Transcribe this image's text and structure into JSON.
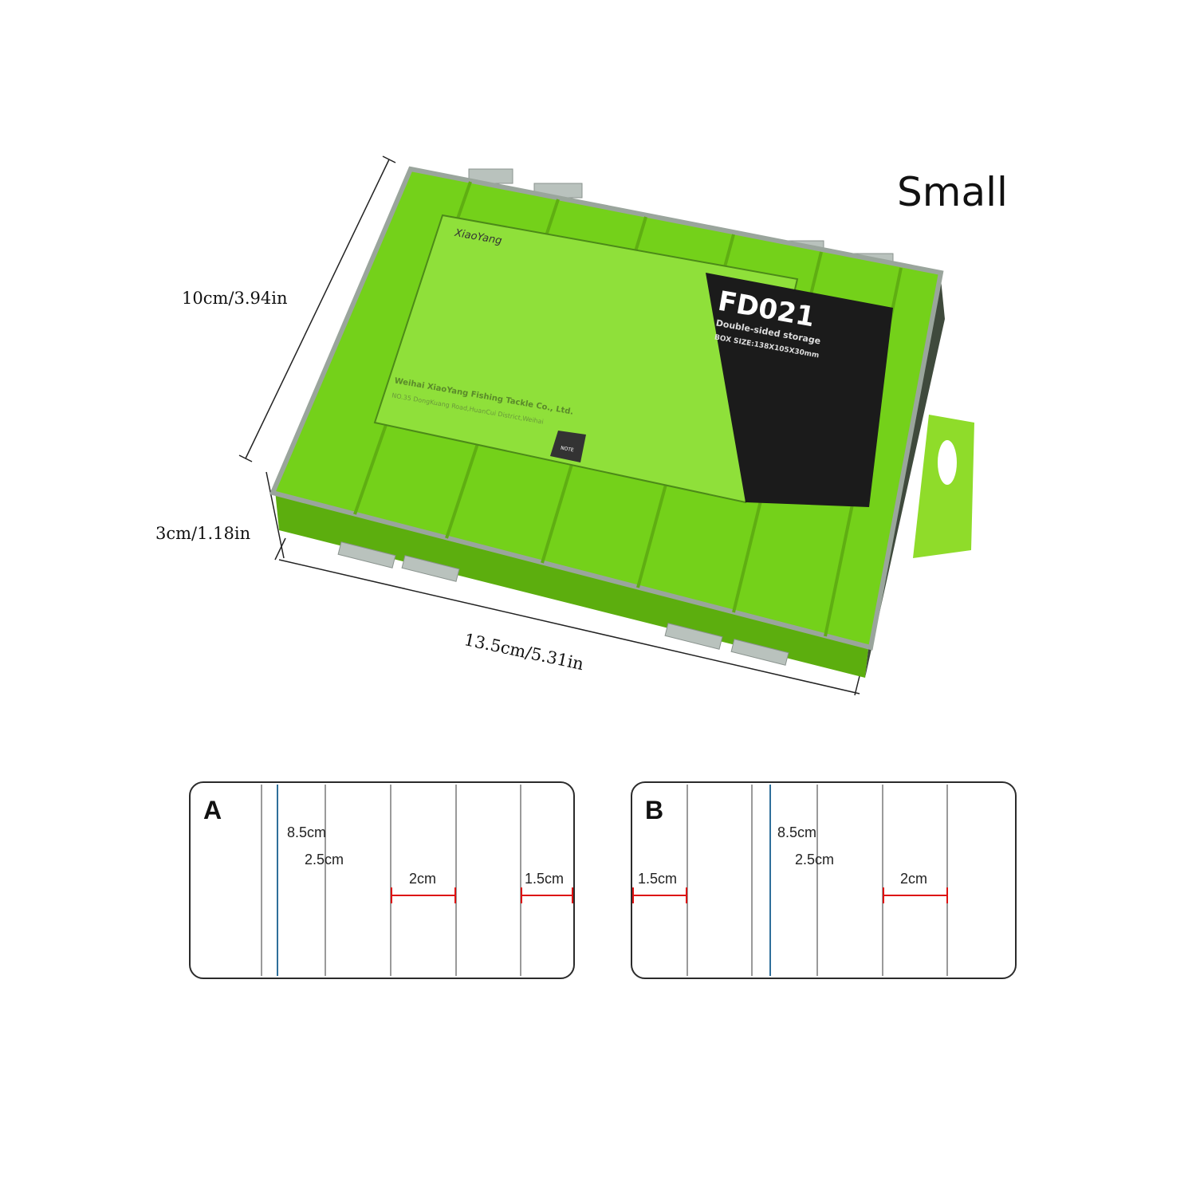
{
  "title": "Small",
  "dimensions": {
    "width": "10cm/3.94in",
    "height": "3cm/1.18in",
    "length": "13.5cm/5.31in"
  },
  "product_label": {
    "model": "FD021",
    "subtitle": "Double-sided storage",
    "box_size": "BOX SIZE:138X105X30mm",
    "company": "Weihai XiaoYang Fishing Tackle Co., Ltd.",
    "address": "NO.35 DongKuang Road,HuanCui District,Weihai",
    "note": "NOTE",
    "logo": "XiaoYang"
  },
  "diagrams": [
    {
      "letter": "A",
      "labels": {
        "total": "8.5cm",
        "large": "2.5cm",
        "medium": "2cm",
        "small": "1.5cm"
      }
    },
    {
      "letter": "B",
      "labels": {
        "total": "8.5cm",
        "large": "2.5cm",
        "medium": "2cm",
        "small": "1.5cm"
      }
    }
  ],
  "colors": {
    "box_green": "#7fd21c",
    "label_green": "#8fe03a",
    "measure_red": "#dd1111",
    "divider_blue": "#2f6f9a"
  }
}
